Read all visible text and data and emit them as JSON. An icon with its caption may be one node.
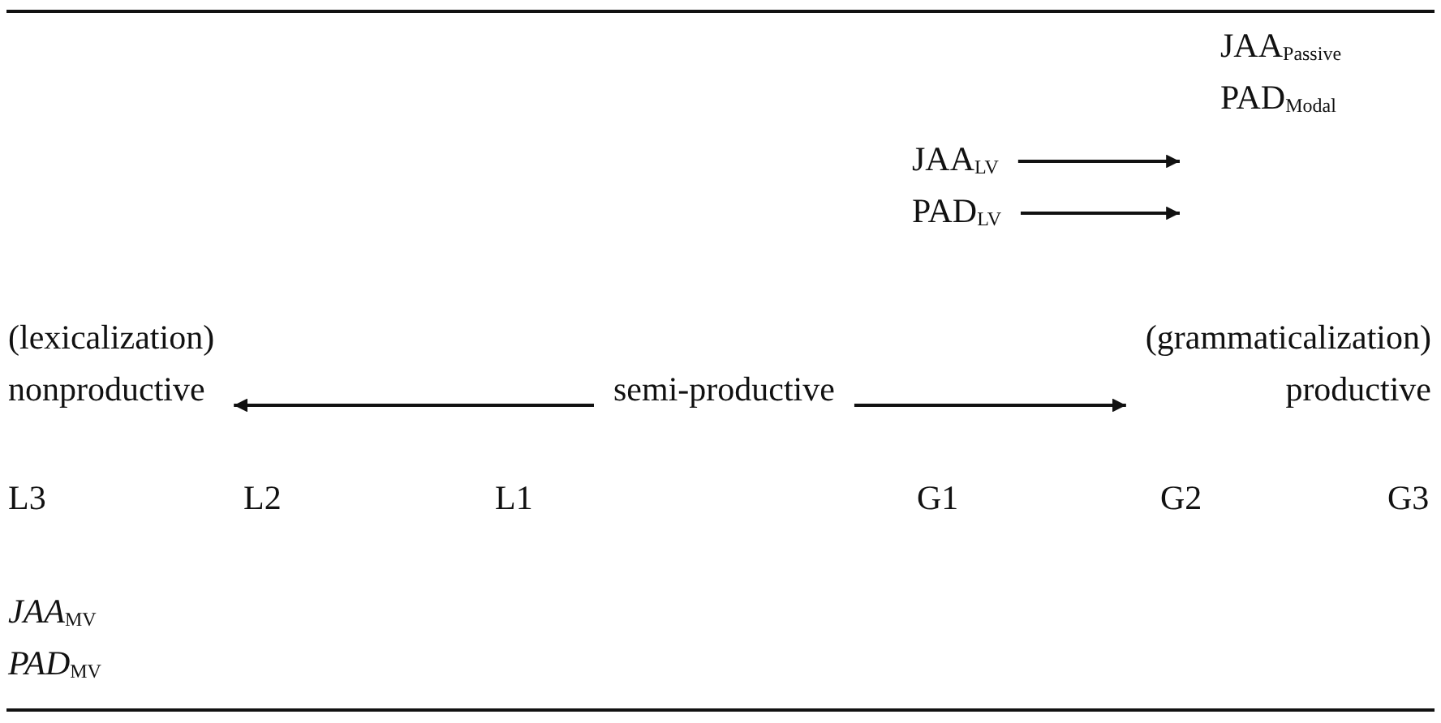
{
  "diagram": {
    "nodes": [
      {
        "text": [
          "JAA$_{Passive}$"
        ]
      },
      {
        "text": [
          "PAD$_{Modal}$"
        ]
      },
      {
        "text": [
          "JAA$_{LV}$"
        ]
      },
      {
        "text": [
          "PAD$_{LV}$"
        ]
      },
      {
        "text": [
          "(lexicalization)",
          "nonproductive"
        ]
      },
      {
        "text": [
          "semi-productive"
        ]
      },
      {
        "text": [
          "(grammaticalization)",
          "productive"
        ]
      }
    ],
    "edges": [
      {
        "from": 2,
        "to": null,
        "arrow": "to"
      },
      {
        "from": 3,
        "to": null,
        "arrow": "to"
      },
      {
        "from": 5,
        "to": 4,
        "arrow": "to"
      },
      {
        "from": 5,
        "to": 6,
        "arrow": "to"
      }
    ],
    "labels": [
      "L3",
      "L2",
      "L1",
      "G1",
      "G2",
      "G3",
      "*JAA*$_{MV}$",
      "*PAD*$_{MV}$"
    ]
  }
}
